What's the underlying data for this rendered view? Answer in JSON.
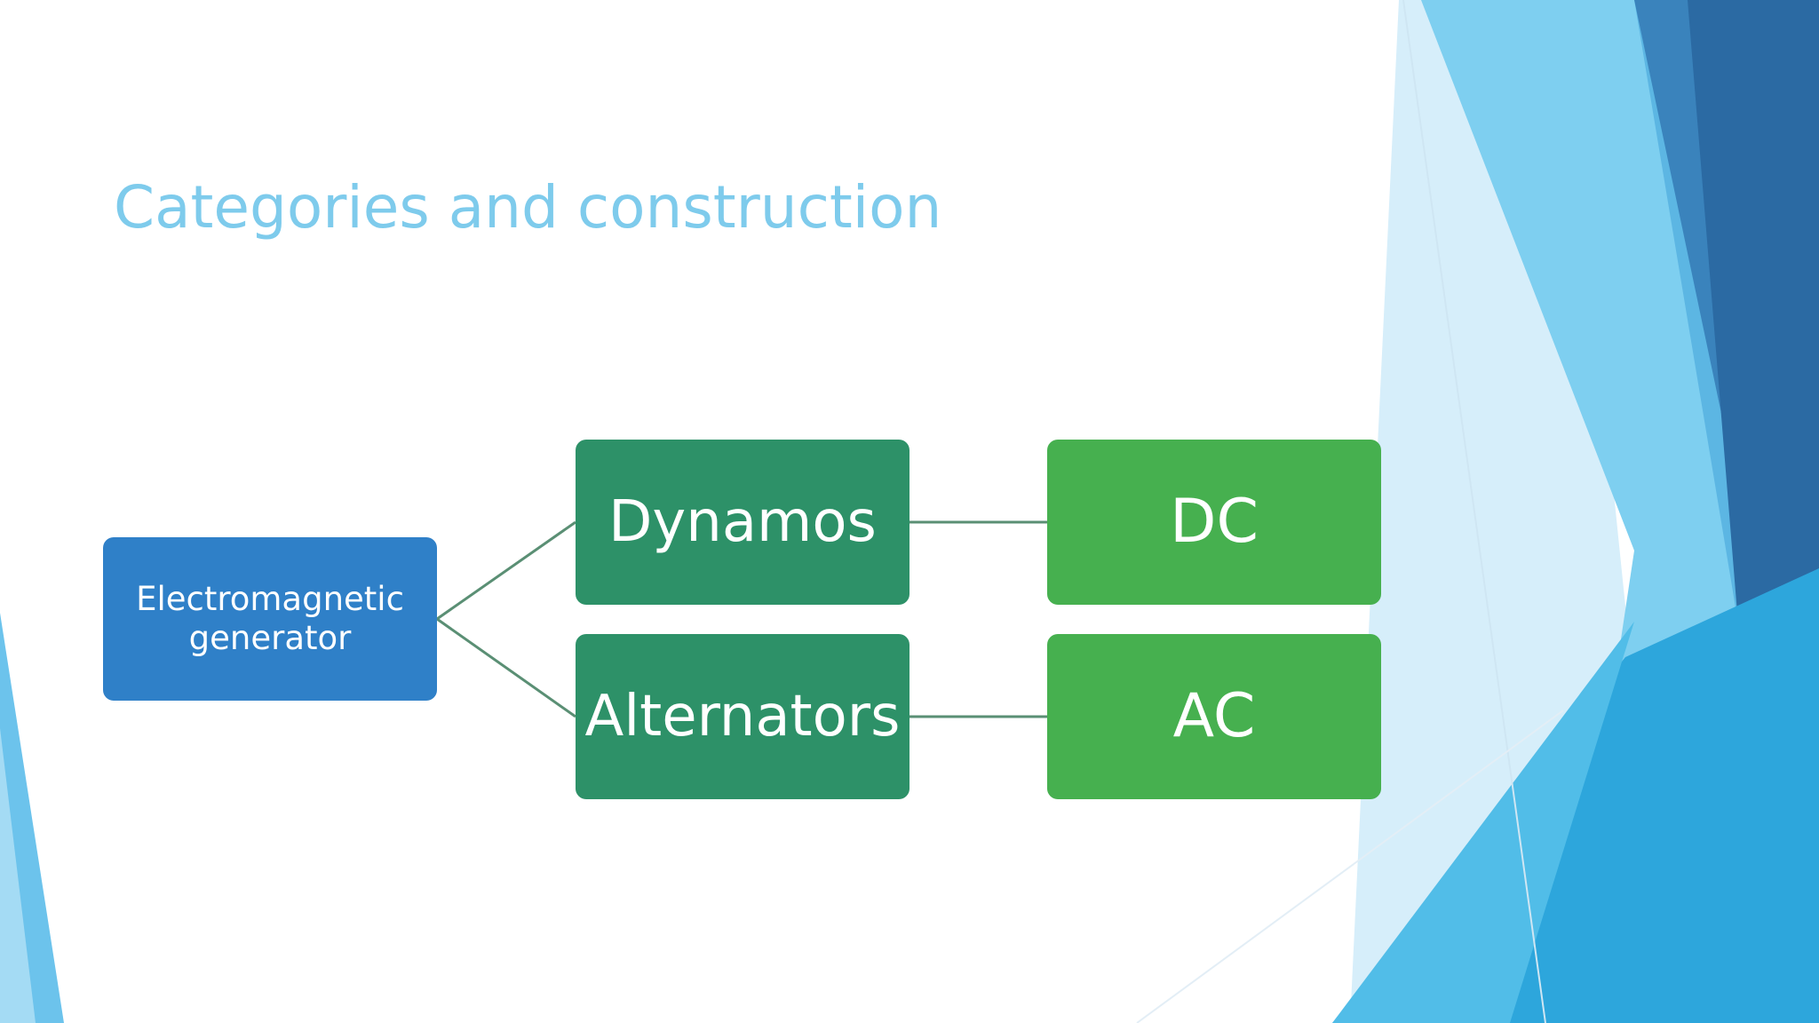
{
  "slide": {
    "title": "Categories and construction"
  },
  "diagram": {
    "root": {
      "label": "Electromagnetic generator",
      "color": "#2f80c8"
    },
    "branches": [
      {
        "label": "Dynamos",
        "color": "#2d9168",
        "child": {
          "label": "DC",
          "color": "#46b04f"
        }
      },
      {
        "label": "Alternators",
        "color": "#2d9168",
        "child": {
          "label": "AC",
          "color": "#46b04f"
        }
      }
    ],
    "connector_color": "#5a8f74"
  },
  "theme": {
    "title_color": "#7ecbec",
    "accent_light": "#7fcdef",
    "accent_mid": "#2fa3db",
    "accent_dark": "#2a6fa8"
  }
}
